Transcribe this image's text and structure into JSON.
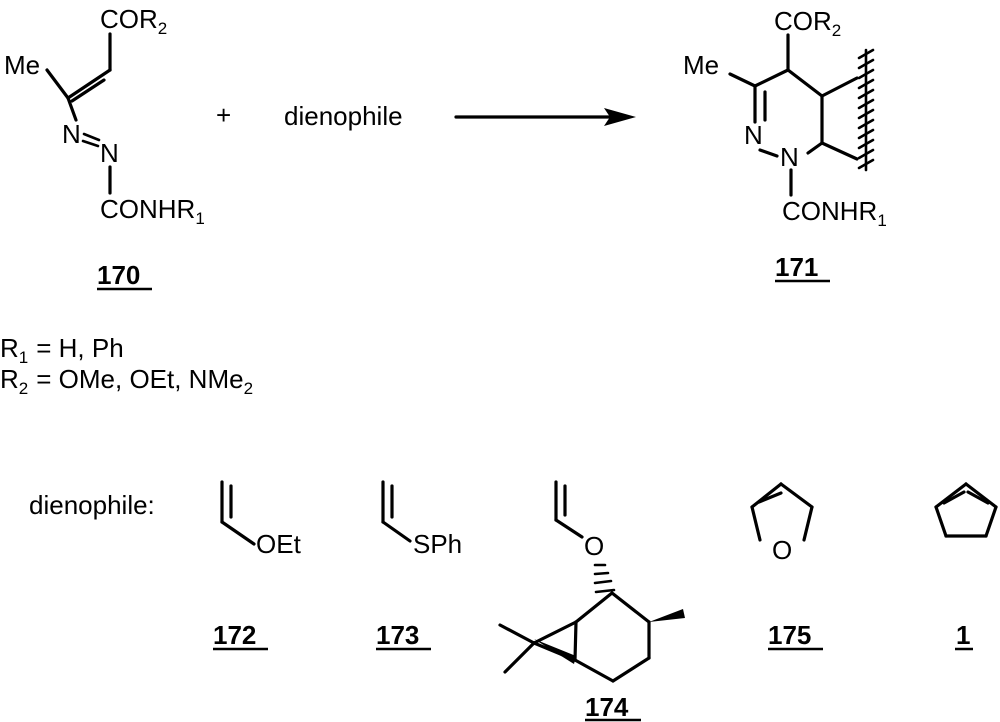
{
  "reaction": {
    "plus": "+",
    "reagent": "dienophile",
    "compound_170": {
      "label": "170",
      "top_group_main": "COR",
      "top_group_sub": "2",
      "methyl": "Me",
      "n1": "N",
      "n2": "N",
      "bottom_group_main": "CONHR",
      "bottom_group_sub": "1"
    },
    "compound_171": {
      "label": "171",
      "top_group_main": "COR",
      "top_group_sub": "2",
      "methyl": "Me",
      "n1": "N",
      "n2": "N",
      "bottom_group_main": "CONHR",
      "bottom_group_sub": "1"
    }
  },
  "substituents": {
    "r1": {
      "symbol": "R",
      "sub": "1",
      "text": "=  H, Ph"
    },
    "r2": {
      "symbol": "R",
      "sub": "2",
      "text": "=  OMe, OEt, NMe",
      "tail_sub": "2"
    }
  },
  "dienophiles": {
    "heading": "dienophile:",
    "items": [
      {
        "label": "172",
        "group": "OEt"
      },
      {
        "label": "173",
        "group": "SPh"
      },
      {
        "label": "174",
        "group": "O"
      },
      {
        "label": "175",
        "group": "O"
      },
      {
        "label": "1"
      }
    ]
  }
}
